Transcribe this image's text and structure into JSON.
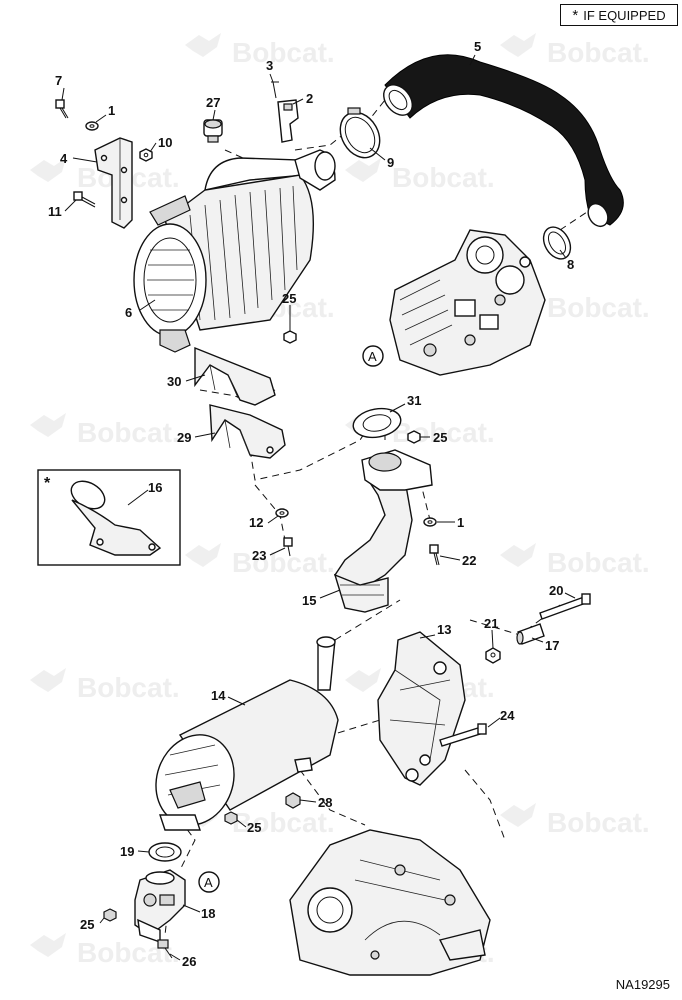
{
  "legend": {
    "symbol": "*",
    "text": "IF EQUIPPED"
  },
  "watermark": "Bobcat.",
  "document_number": "NA19295",
  "option_box_marker": "*",
  "view_reference": "A",
  "callouts": {
    "c1a": "1",
    "c1b": "1",
    "c2": "2",
    "c3": "3",
    "c4": "4",
    "c5": "5",
    "c6": "6",
    "c7": "7",
    "c8": "8",
    "c9": "9",
    "c10": "10",
    "c11": "11",
    "c12": "12",
    "c13": "13",
    "c14": "14",
    "c15": "15",
    "c16": "16",
    "c17": "17",
    "c18": "18",
    "c19": "19",
    "c20": "20",
    "c21": "21",
    "c22": "22",
    "c23": "23",
    "c24": "24",
    "c25a": "25",
    "c25b": "25",
    "c25c": "25",
    "c25d": "25",
    "c26": "26",
    "c27": "27",
    "c28": "28",
    "c29": "29",
    "c30": "30",
    "c31": "31"
  }
}
